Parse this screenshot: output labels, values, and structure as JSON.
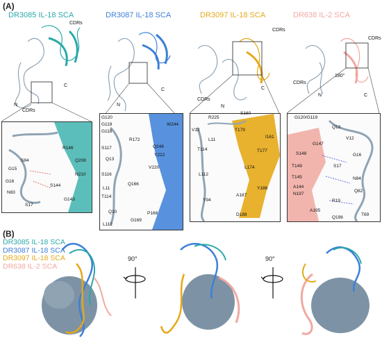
{
  "panel_a": {
    "label": "(A)",
    "complexes": [
      {
        "title": "DR3085 IL-18 SCA",
        "color": "#2aa8a8",
        "labels": [
          "CDRs",
          "N",
          "C",
          "CDRs"
        ],
        "residues": [
          "R146",
          "S84",
          "Q208",
          "G15",
          "N210",
          "G16",
          "S144",
          "N83",
          "G143",
          "S17"
        ]
      },
      {
        "title": "DR3087 IL-18 SCA",
        "color": "#3b7fd8",
        "labels": [
          "N",
          "C"
        ],
        "residues": [
          "G120",
          "G119",
          "W244",
          "G118",
          "R172",
          "S117",
          "Q246",
          "Y222",
          "Q13",
          "V220",
          "S116",
          "Q166",
          "L11",
          "T114",
          "P168",
          "Q10",
          "G169",
          "L112"
        ]
      },
      {
        "title": "DR3097 IL-18 SCA",
        "color": "#e6a817",
        "labels": [
          "CDRs",
          "CDRs",
          "N",
          "C"
        ],
        "residues": [
          "R225",
          "S160",
          "V12",
          "T179",
          "I161",
          "L11",
          "T114",
          "T177",
          "L174",
          "L112",
          "Y186",
          "Y94",
          "A187",
          "D188"
        ]
      },
      {
        "title": "DR638 IL-2 SCA",
        "color": "#f0a8a0",
        "labels": [
          "CDRs",
          "CDRs",
          "N",
          "C",
          "180°"
        ],
        "residues": [
          "G120/G119",
          "Q13",
          "V12",
          "G147",
          "G16",
          "S148",
          "T149",
          "S17",
          "T145",
          "N84",
          "N197",
          "A144",
          "Q82",
          "R19",
          "A195",
          "Q196",
          "T69"
        ]
      }
    ]
  },
  "panel_b": {
    "label": "(B)",
    "legend": [
      {
        "text": "DR3085 IL-18 SCA",
        "color": "#2aa8a8"
      },
      {
        "text": "DR3087 IL-18 SCA",
        "color": "#3b7fd8"
      },
      {
        "text": "DR3097 IL-18 SCA",
        "color": "#e6a817"
      },
      {
        "text": "DR638 IL-2 SCA",
        "color": "#f0a8a0"
      }
    ],
    "rotations": [
      "90°",
      "90°"
    ]
  }
}
